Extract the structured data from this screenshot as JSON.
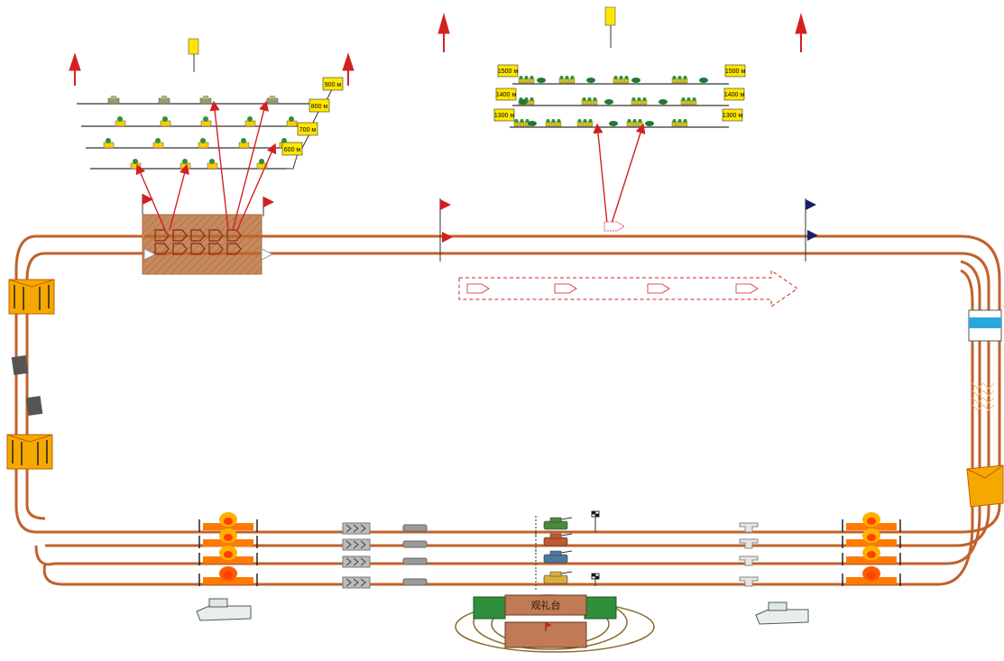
{
  "ranges": {
    "left": {
      "distances": [
        "900 м",
        "800 м",
        "700 м",
        "600 м"
      ]
    },
    "right": {
      "rows": [
        {
          "left": "1500 м",
          "right": "1500 м"
        },
        {
          "left": "1400 м",
          "right": "1400 м"
        },
        {
          "left": "1300 м",
          "right": "1300 м"
        }
      ]
    }
  },
  "reviewing_stand": {
    "label": "观礼台"
  },
  "colors": {
    "track": "#c0622b",
    "track_fill": "#c58a5e",
    "arrow": "#d42020",
    "sign": "#ffe600",
    "flag_red": "#d41e1e",
    "flag_blue": "#1c1c6e",
    "fire": "#ff7a00",
    "green_block": "#2f8f3a",
    "stand_fill": "#c07a55"
  },
  "icons": [
    "north-arrow-icon",
    "range-sign-icon",
    "flag-icon",
    "tank-target-icon",
    "vehicle-model-icon",
    "fire-obstacle-icon",
    "checkered-flag-icon",
    "building-icon"
  ]
}
